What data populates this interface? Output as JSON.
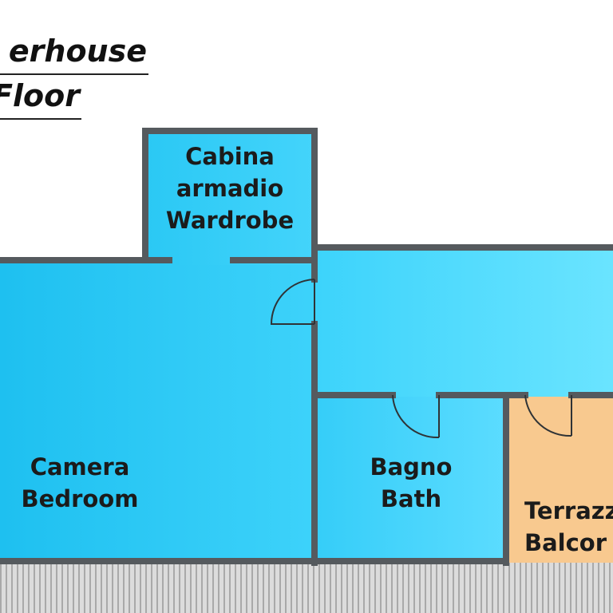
{
  "header": {
    "title_line1": "erhouse",
    "title_line2": "Floor"
  },
  "rooms": {
    "wardrobe": {
      "name_it_1": "Cabina",
      "name_it_2": "armadio",
      "name_en": "Wardrobe"
    },
    "bedroom": {
      "name_it": "Camera",
      "name_en": "Bedroom"
    },
    "bath": {
      "name_it": "Bagno",
      "name_en": "Bath"
    },
    "balcony": {
      "name_it": "Terrazz",
      "name_en": "Balcor"
    },
    "hallway": {}
  },
  "colors": {
    "room_blue": "#27c6f2",
    "room_blue_light": "#62e2ff",
    "wall": "#555a5e",
    "balcony_orange": "#f8c98f",
    "exterior_hatch": "#c9c9c9"
  }
}
